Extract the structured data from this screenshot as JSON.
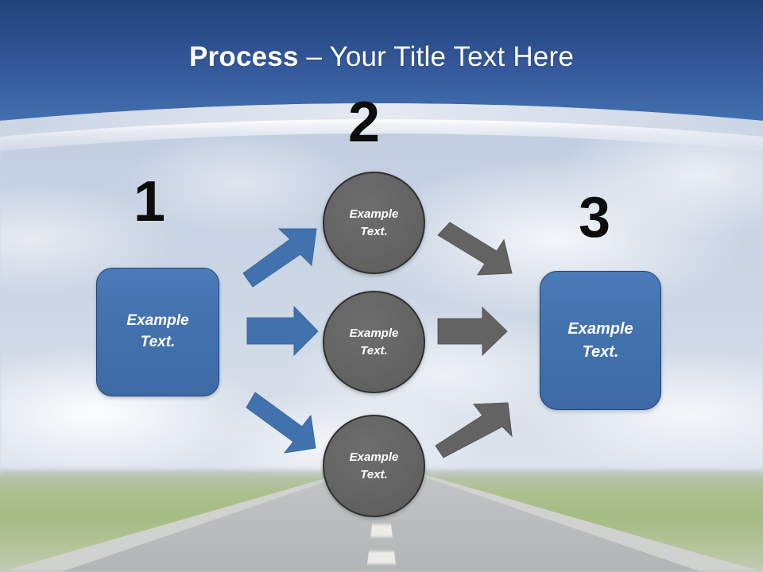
{
  "slide": {
    "title_bold": "Process",
    "title_rest": " – Your Title Text Here",
    "title_full": "Process – Your Title Text Here"
  },
  "theme": {
    "header_gradient_top": "#1f4379",
    "header_gradient_bottom": "#4270af",
    "arc_band_color": "#d8dfeb",
    "box_fill": "#4272ad",
    "box_border": "#24456f",
    "circle_fill": "#636363",
    "circle_border": "#2f2f2f",
    "blue_arrow": "#4272ad",
    "gray_arrow": "#636363",
    "number_color": "#0d0d0d",
    "shape_text_color": "#ffffff"
  },
  "diagram": {
    "numbers": [
      {
        "id": "num-1",
        "label": "1"
      },
      {
        "id": "num-2",
        "label": "2"
      },
      {
        "id": "num-3",
        "label": "3"
      }
    ],
    "start_box": {
      "line1": "Example",
      "line2": "Text."
    },
    "end_box": {
      "line1": "Example",
      "line2": "Text."
    },
    "circles": [
      {
        "id": "circle-top",
        "line1": "Example",
        "line2": "Text."
      },
      {
        "id": "circle-middle",
        "line1": "Example",
        "line2": "Text."
      },
      {
        "id": "circle-bottom",
        "line1": "Example",
        "line2": "Text."
      }
    ],
    "arrows": [
      {
        "id": "arrow-start-to-top",
        "color": "#4272ad",
        "direction": "up-right"
      },
      {
        "id": "arrow-start-to-middle",
        "color": "#4272ad",
        "direction": "right"
      },
      {
        "id": "arrow-start-to-bottom",
        "color": "#4272ad",
        "direction": "down-right"
      },
      {
        "id": "arrow-top-to-end",
        "color": "#636363",
        "direction": "down-right"
      },
      {
        "id": "arrow-middle-to-end",
        "color": "#636363",
        "direction": "right"
      },
      {
        "id": "arrow-bottom-to-end",
        "color": "#636363",
        "direction": "up-right"
      }
    ]
  }
}
